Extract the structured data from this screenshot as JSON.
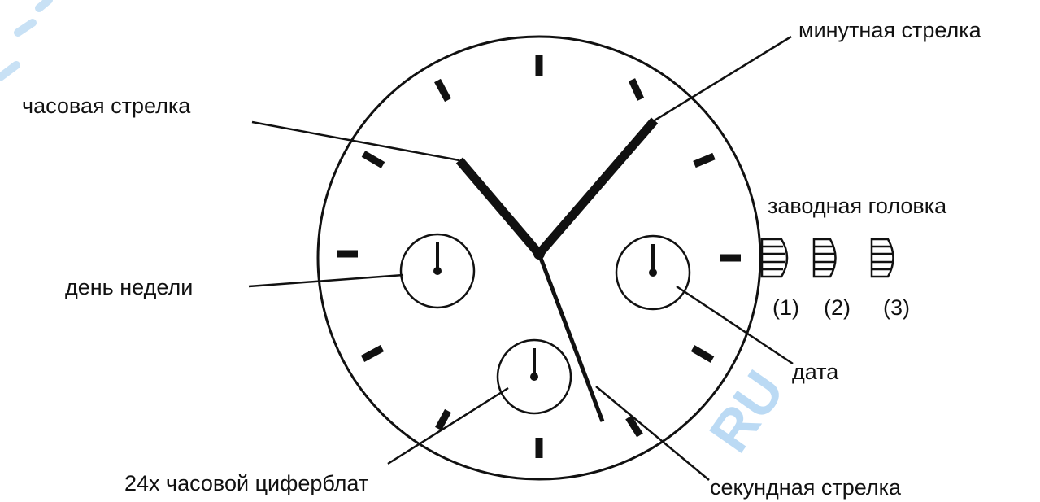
{
  "diagram": {
    "labels": {
      "minute_hand": "минутная стрелка",
      "hour_hand": "часовая стрелка",
      "crown": "заводная головка",
      "day_of_week": "день недели",
      "date": "дата",
      "dial_24h": "24х часовой циферблат",
      "second_hand": "секундная стрелка"
    },
    "crown_positions": [
      "(1)",
      "(2)",
      "(3)"
    ],
    "watermark": "RU"
  },
  "colors": {
    "ink": "#111111",
    "background": "#ffffff",
    "watermark": "#8fc3ee"
  }
}
